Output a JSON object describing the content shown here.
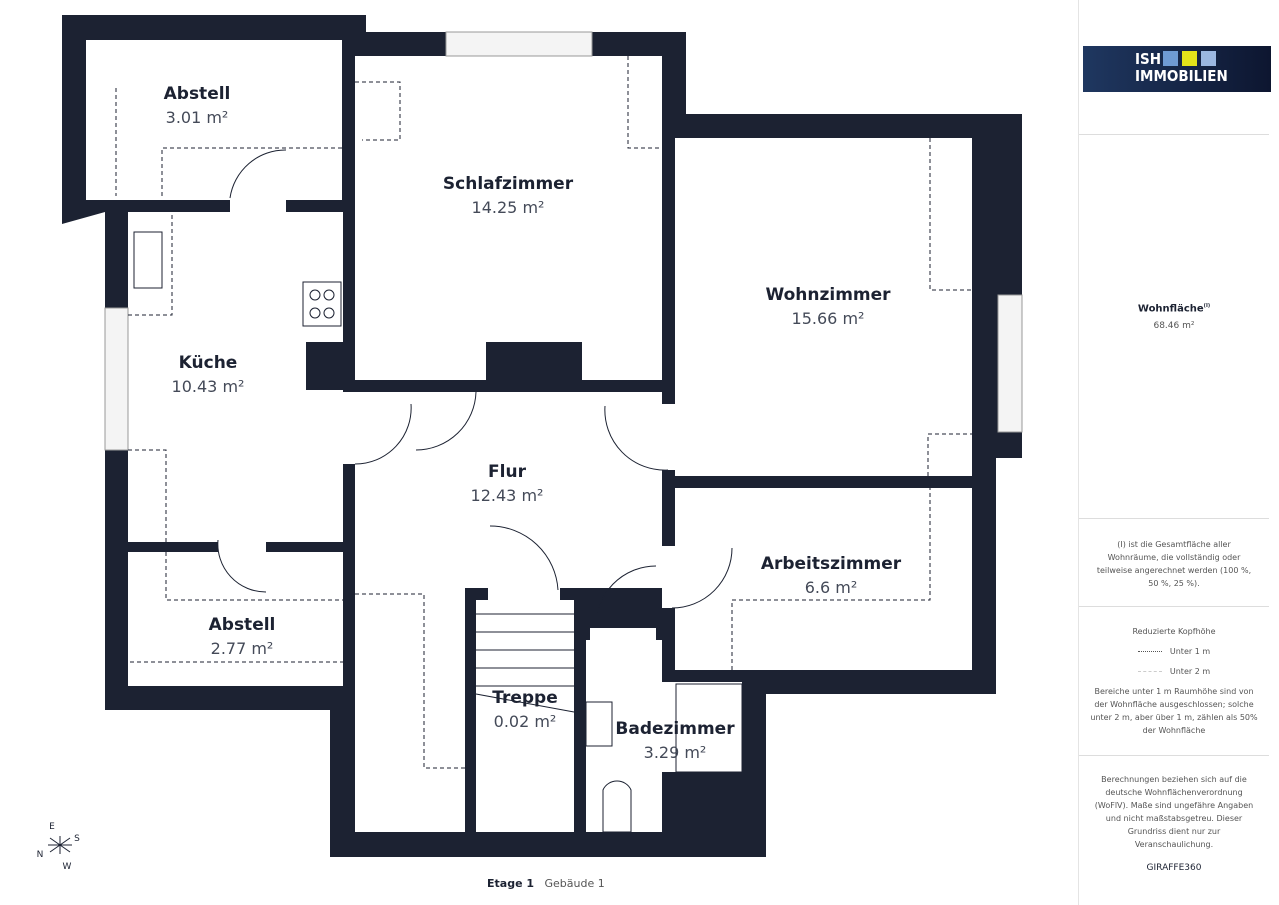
{
  "rooms": [
    {
      "name": "Abstell",
      "area": "3.01 m²"
    },
    {
      "name": "Schlafzimmer",
      "area": "14.25 m²"
    },
    {
      "name": "Wohnzimmer",
      "area": "15.66 m²"
    },
    {
      "name": "Küche",
      "area": "10.43 m²"
    },
    {
      "name": "Flur",
      "area": "12.43 m²"
    },
    {
      "name": "Arbeitszimmer",
      "area": "6.6 m²"
    },
    {
      "name": "Abstell",
      "area": "2.77 m²"
    },
    {
      "name": "Treppe",
      "area": "0.02 m²"
    },
    {
      "name": "Badezimmer",
      "area": "3.29 m²"
    }
  ],
  "compass": {
    "n": "N",
    "e": "E",
    "s": "S",
    "w": "W"
  },
  "footer": {
    "floor": "Etage 1",
    "building": "Gebäude 1"
  },
  "panel": {
    "logo": {
      "line1": "ISH",
      "line2": "IMMOBILIEN",
      "colors": [
        "#6f9bd4",
        "#e3e31a",
        "#9bb7e0"
      ]
    },
    "living_area_label": "Wohnfläche",
    "living_area_sup": "(I)",
    "living_area_value": "68.46 m²",
    "note1": "(I) ist die Gesamtfläche aller Wohnräume, die vollständig oder teilweise angerechnet werden (100 %, 50 %, 25 %).",
    "legend_title": "Reduzierte Kopfhöhe",
    "legend_1": "Unter 1 m",
    "legend_2": "Unter 2 m",
    "legend_note": "Bereiche unter 1 m Raumhöhe sind von der Wohnfläche ausgeschlossen; solche unter 2 m, aber über 1 m, zählen als 50% der Wohnfläche",
    "disclaimer": "Berechnungen beziehen sich auf die deutsche Wohnflächenverordnung (WoFlV). Maße sind ungefähre Angaben und nicht maßstabsgetreu. Dieser Grundriss dient nur zur Veranschaulichung.",
    "brand": "GIRAFFE360"
  },
  "colors": {
    "wall": "#1c2232"
  }
}
